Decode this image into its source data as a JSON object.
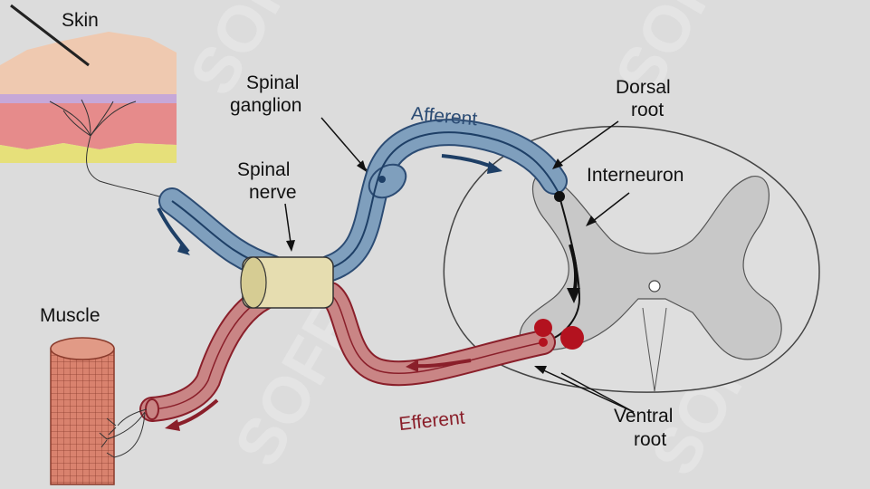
{
  "labels": {
    "skin": "Skin",
    "spinal_ganglion_1": "Spinal",
    "spinal_ganglion_2": "ganglion",
    "spinal_nerve_1": "Spinal",
    "spinal_nerve_2": "nerve",
    "afferent": "Afferent",
    "efferent": "Efferent",
    "dorsal_root_1": "Dorsal",
    "dorsal_root_2": "root",
    "interneuron": "Interneuron",
    "ventral_root_1": "Ventral",
    "ventral_root_2": "root",
    "muscle": "Muscle"
  },
  "watermark": "SOFF",
  "colors": {
    "afferent_fill": "#7f9fbd",
    "afferent_dark": "#1e3f66",
    "efferent_fill": "#c98585",
    "efferent_dark": "#8a1f2a",
    "nerve_sheath": "#e6ddb0",
    "cord_gray": "#c8c8c8",
    "muscle": "#d9826e"
  }
}
